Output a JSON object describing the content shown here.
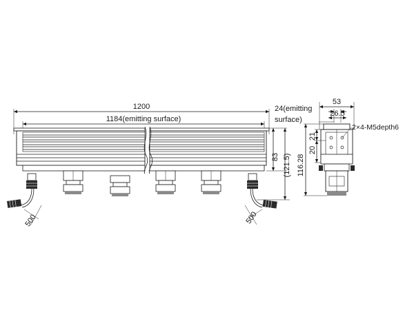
{
  "front_view": {
    "overall_length": "1200",
    "emitting_length": "1184(emitting surface)",
    "cable_left": "500",
    "cable_right": "500"
  },
  "side_view": {
    "emitting_width": "24(emitting surface)",
    "width_outer": "53",
    "width_inner": "26.5",
    "dim_20": "20",
    "dim_21": "21",
    "mounting_holes": "2×4-M5depth6",
    "height_83": "83",
    "height_121_5": "(121.5)",
    "height_116_28": "116.28"
  }
}
